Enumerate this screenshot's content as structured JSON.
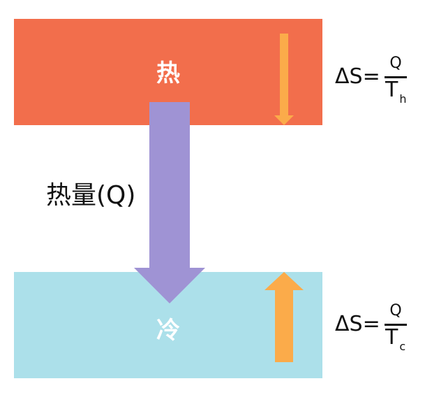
{
  "colors": {
    "hot_reservoir": "#f26e4c",
    "cold_reservoir": "#ace0ea",
    "heat_flow_arrow": "#9f93d4",
    "entropy_arrow": "#fbab4a",
    "text": "#111111",
    "reservoir_text": "#ffffff"
  },
  "hot_reservoir": {
    "label": "热"
  },
  "cold_reservoir": {
    "label": "冷"
  },
  "heat_flow": {
    "label": "热量(Q)"
  },
  "hot_entropy": {
    "lhs": "ΔS=",
    "numerator": "Q",
    "denominator": "T",
    "subscript": "h",
    "arrow_direction": "down"
  },
  "cold_entropy": {
    "lhs": "ΔS=",
    "numerator": "Q",
    "denominator": "T",
    "subscript": "c",
    "arrow_direction": "up"
  }
}
